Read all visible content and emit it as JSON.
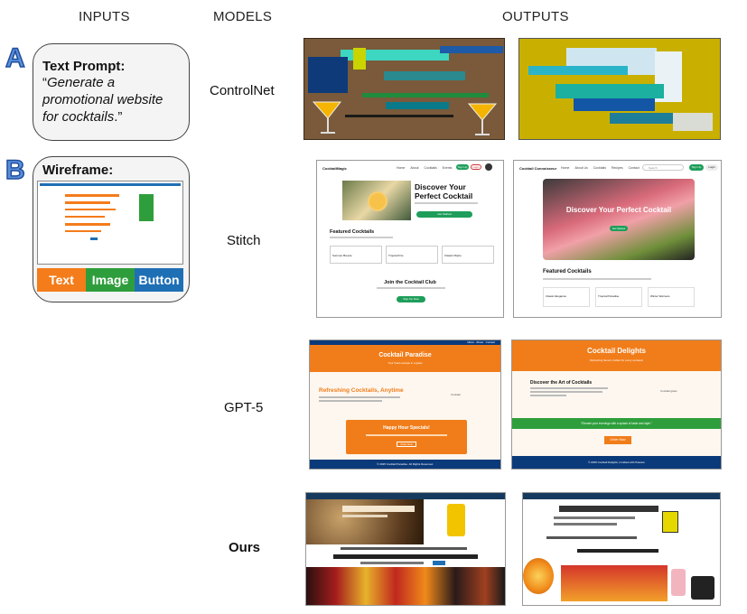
{
  "headers": {
    "inputs": "INPUTS",
    "models": "MODELS",
    "outputs": "OUTPUTS"
  },
  "row_a": {
    "letter": "A",
    "title": "Text Prompt:",
    "quote_open": "“",
    "line1": "Generate a",
    "line2": "promotional website",
    "line3": "for cocktails",
    "line3_end": ".”",
    "model": "ControlNet"
  },
  "row_b": {
    "letter": "B",
    "title": "Wireframe:",
    "legend": [
      "Text",
      "Image",
      "Button"
    ],
    "model": "Stitch"
  },
  "row_c": {
    "model": "GPT-5"
  },
  "row_d": {
    "model": "Ours"
  },
  "colors": {
    "text_legend": "#f47c1a",
    "image_legend": "#2e9e3c",
    "button_legend": "#1f6fb5",
    "letter_fill": "#5b8fdb"
  },
  "stitch1": {
    "brand": "CocktailMagic",
    "nav": [
      "Home",
      "About",
      "Cocktails",
      "Events",
      "Contact"
    ],
    "signup": "Sign Up",
    "login": "Login",
    "hero_line1": "Discover Your",
    "hero_line2": "Perfect Cocktail",
    "cta": "Get Started",
    "featured": "Featured Cocktails",
    "cards": [
      "Summer Breeze",
      "Tropical Fire",
      "Classic Mojito"
    ],
    "club": "Join the Cocktail Club",
    "club_btn": "Sign Up Now"
  },
  "stitch2": {
    "brand": "Cocktail Connoisseur",
    "nav": [
      "Home",
      "About Us",
      "Cocktails",
      "Recipes",
      "Contact"
    ],
    "search": "Search",
    "signup": "Sign Up",
    "login": "Login",
    "hero": "Discover Your Perfect Cocktail",
    "cta": "Get Started",
    "featured": "Featured Cocktails",
    "cards": [
      "Classic Elegance",
      "Tropical Paradise",
      "Winter Warmers"
    ]
  },
  "gpt1": {
    "nav": [
      "Menu",
      "About",
      "Contact"
    ],
    "title": "Cocktail Paradise",
    "subtitle": "Your finest escape in a glass",
    "heading": "Refreshing Cocktails, Anytime",
    "image_alt": "Cocktail",
    "happy": "Happy Hour Specials!",
    "happy_btn": "Order Now",
    "footer": "© 2025 Cocktail Paradise. All Rights Reserved."
  },
  "gpt2": {
    "title": "Cocktail Delights",
    "subtitle": "Refreshing flavors crafted for every occasion",
    "heading": "Discover the Art of Cocktails",
    "image_alt": "Cocktail glass",
    "banner": "“Elevate your evenings with a splash of taste and style.”",
    "btn": "Order Now",
    "footer": "© 2025 Cocktail Delights | Crafted with Passion"
  }
}
